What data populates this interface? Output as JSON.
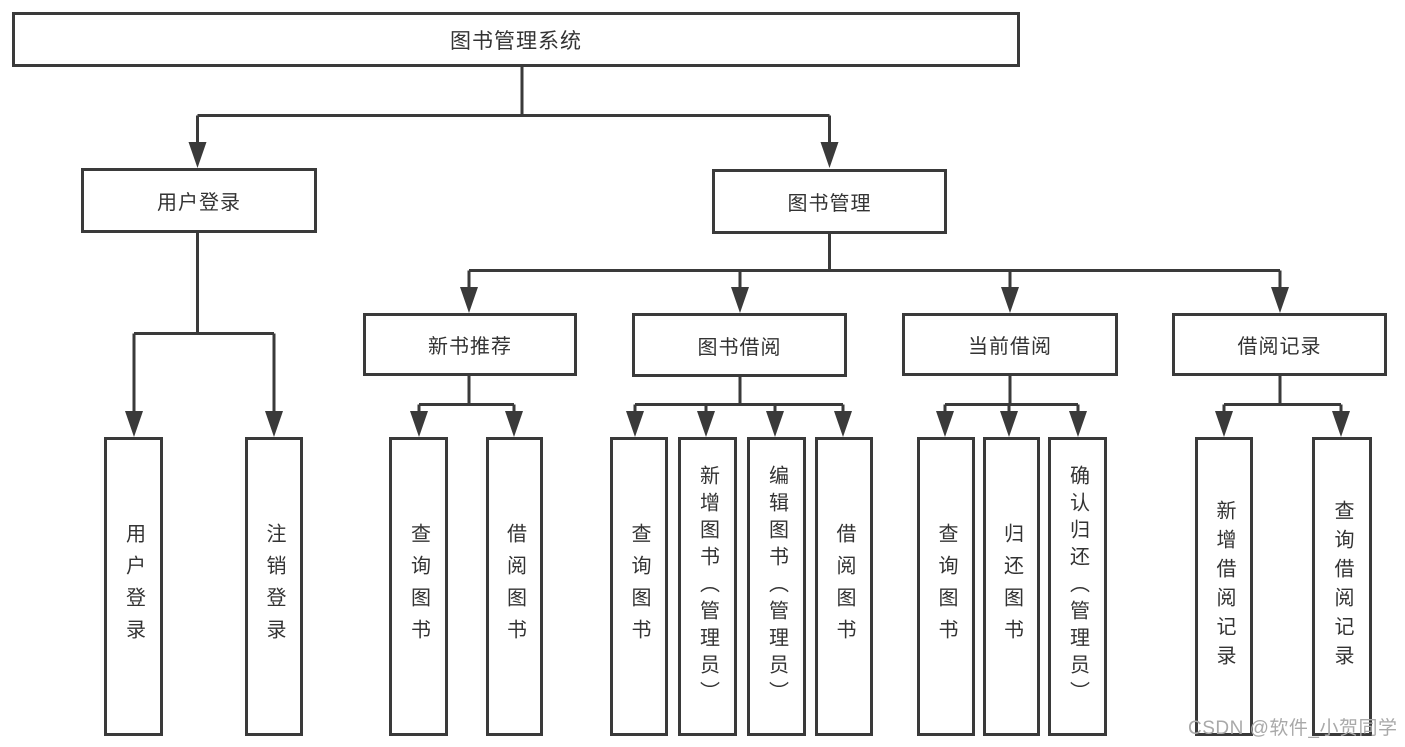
{
  "tree": {
    "root": {
      "label": "图书管理系统"
    },
    "branches": [
      {
        "label": "用户登录",
        "children": [
          {
            "label": "用户登录"
          },
          {
            "label": "注销登录"
          }
        ]
      },
      {
        "label": "图书管理",
        "children": [
          {
            "label": "新书推荐",
            "children": [
              {
                "label": "查询图书"
              },
              {
                "label": "借阅图书"
              }
            ]
          },
          {
            "label": "图书借阅",
            "children": [
              {
                "label": "查询图书"
              },
              {
                "label": "新增图书（管理员）"
              },
              {
                "label": "编辑图书（管理员）"
              },
              {
                "label": "借阅图书"
              }
            ]
          },
          {
            "label": "当前借阅",
            "children": [
              {
                "label": "查询图书"
              },
              {
                "label": "归还图书"
              },
              {
                "label": "确认归还（管理员）"
              }
            ]
          },
          {
            "label": "借阅记录",
            "children": [
              {
                "label": "新增借阅记录"
              },
              {
                "label": "查询借阅记录"
              }
            ]
          }
        ]
      }
    ]
  },
  "watermark": "CSDN @软件_小贺同学",
  "colors": {
    "line": "#3a3a3a",
    "text": "#333333",
    "watermark": "#a9a9a9",
    "background": "#ffffff"
  }
}
